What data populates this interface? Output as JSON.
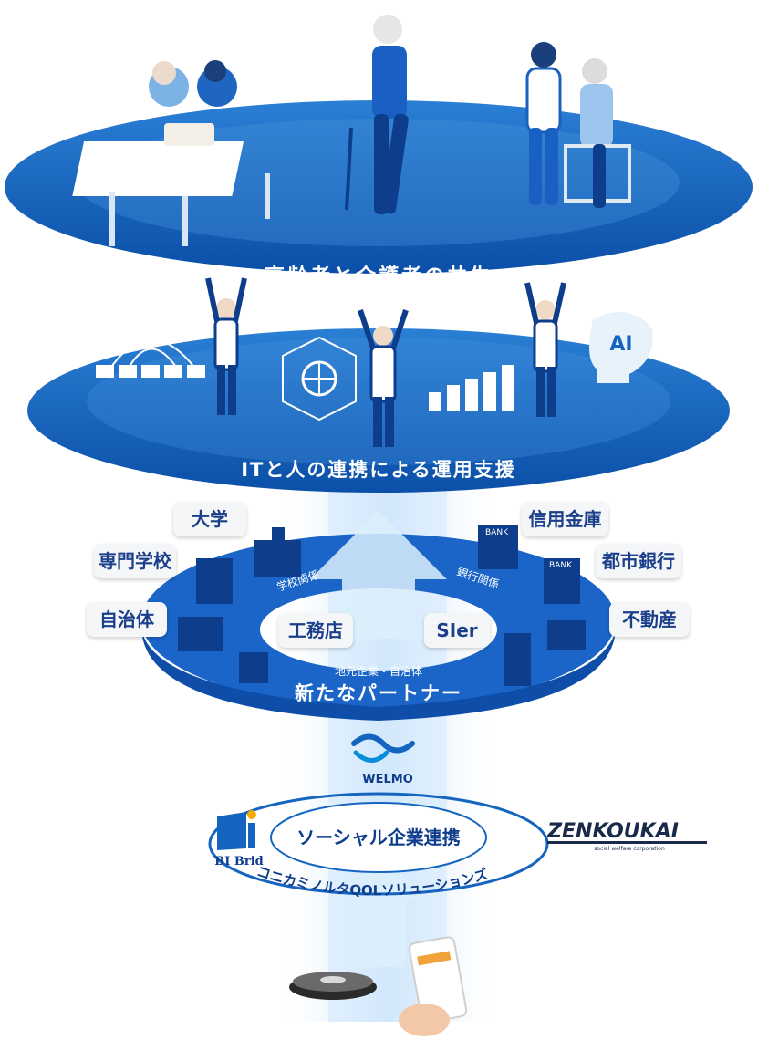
{
  "tiers": {
    "top": {
      "label": "高齢者と介護者の共生"
    },
    "middle": {
      "label": "ITと人の連携による運用支援"
    },
    "partners": {
      "label": "新たなパートナー",
      "ring_labels": {
        "left": "学校関係",
        "right": "銀行関係",
        "bottom": "地元企業・自治体"
      },
      "inner_bubbles": [
        "工務店",
        "SIer"
      ],
      "left_bubbles": [
        "大学",
        "専門学校",
        "自治体"
      ],
      "right_bubbles": [
        "信用金庫",
        "都市銀行",
        "不動産"
      ],
      "building_tags": [
        "BANK",
        "BANK"
      ]
    },
    "social": {
      "label": "ソーシャル企業連携",
      "logos": {
        "welmo": "WELMO",
        "bibrid": "BI Brid",
        "zenkoukai": "ZENKOUKAI",
        "zenkoukai_sub": "social welfare corporation"
      },
      "arc_text": "コニカミノルタQOLソリューションズ"
    },
    "icons": {
      "ai_badge": "AI"
    }
  },
  "colors": {
    "primary_blue": "#1565c0",
    "light_blue": "#e3f2fd",
    "navy": "#0d3c8c"
  }
}
